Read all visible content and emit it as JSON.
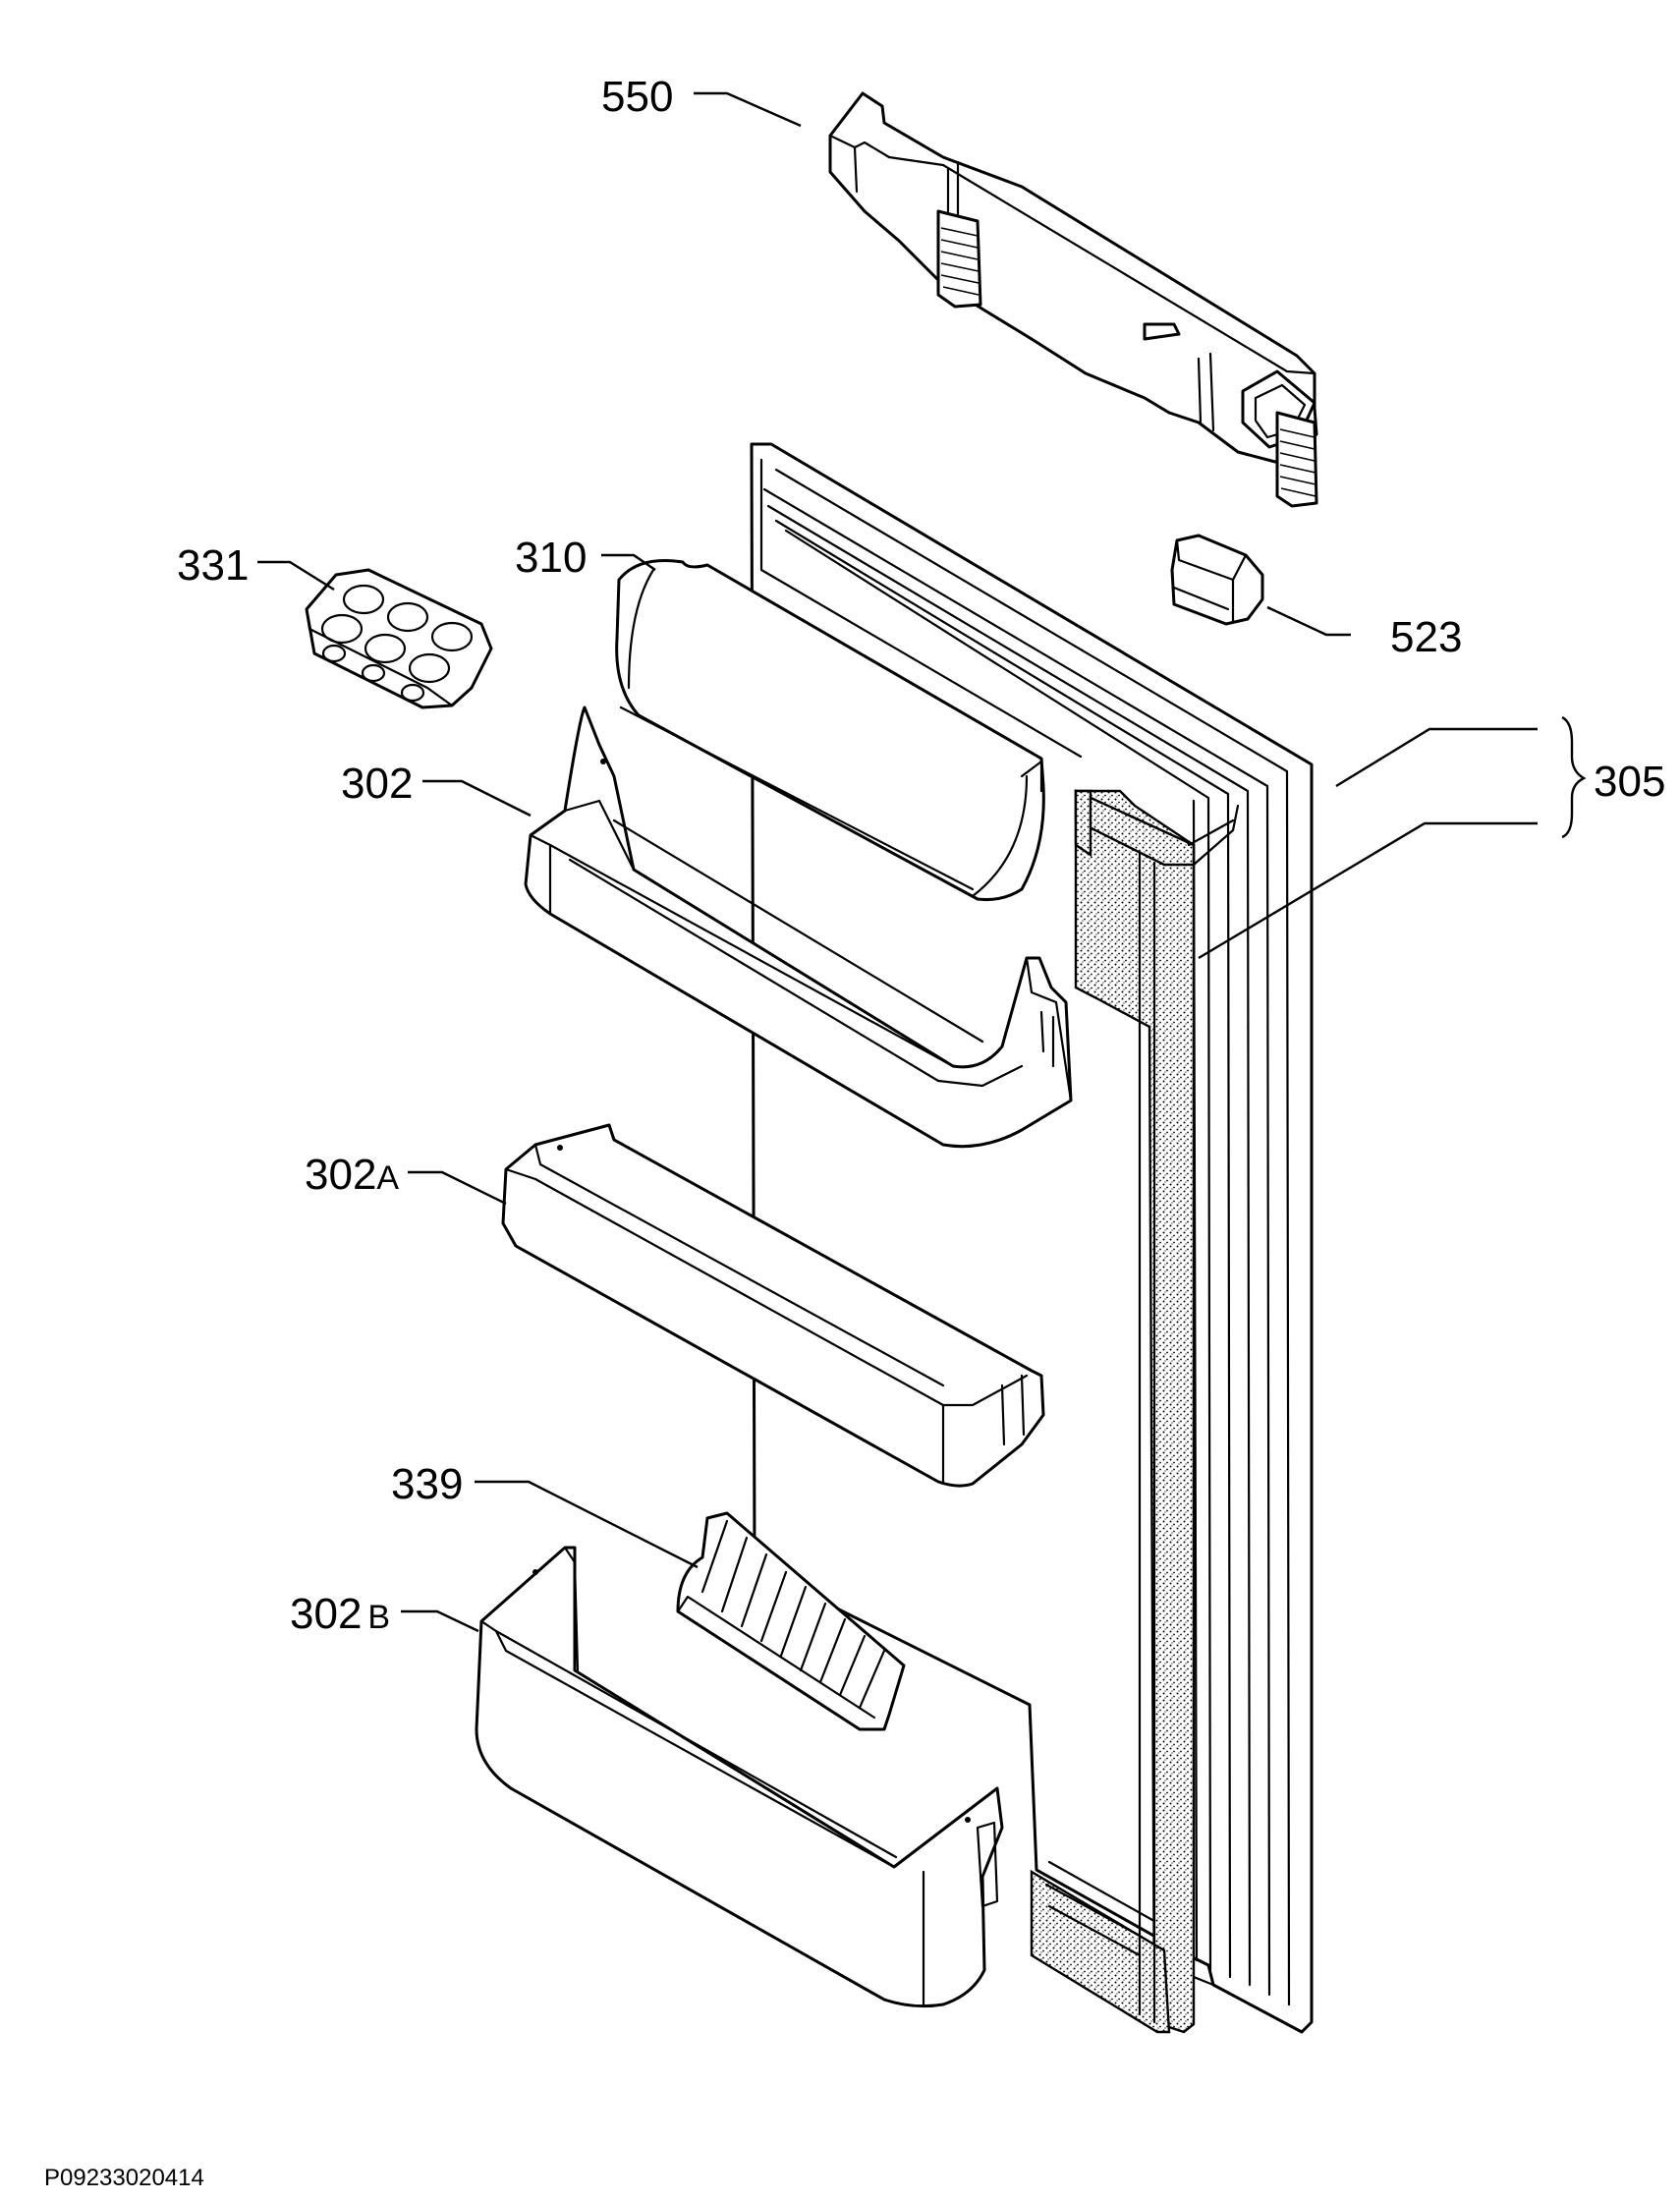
{
  "title": "",
  "drawing_code": "P09233020414",
  "callouts": [
    {
      "id": "550",
      "number": "550",
      "suffix": ""
    },
    {
      "id": "331",
      "number": "331",
      "suffix": ""
    },
    {
      "id": "310",
      "number": "310",
      "suffix": ""
    },
    {
      "id": "523",
      "number": "523",
      "suffix": ""
    },
    {
      "id": "302",
      "number": "302",
      "suffix": ""
    },
    {
      "id": "305",
      "number": "305",
      "suffix": ""
    },
    {
      "id": "302A",
      "number": "302",
      "suffix": "A"
    },
    {
      "id": "339",
      "number": "339",
      "suffix": ""
    },
    {
      "id": "302B",
      "number": "302",
      "suffix": "B"
    }
  ],
  "colors": {
    "ink": "#000000",
    "paper": "#ffffff"
  }
}
